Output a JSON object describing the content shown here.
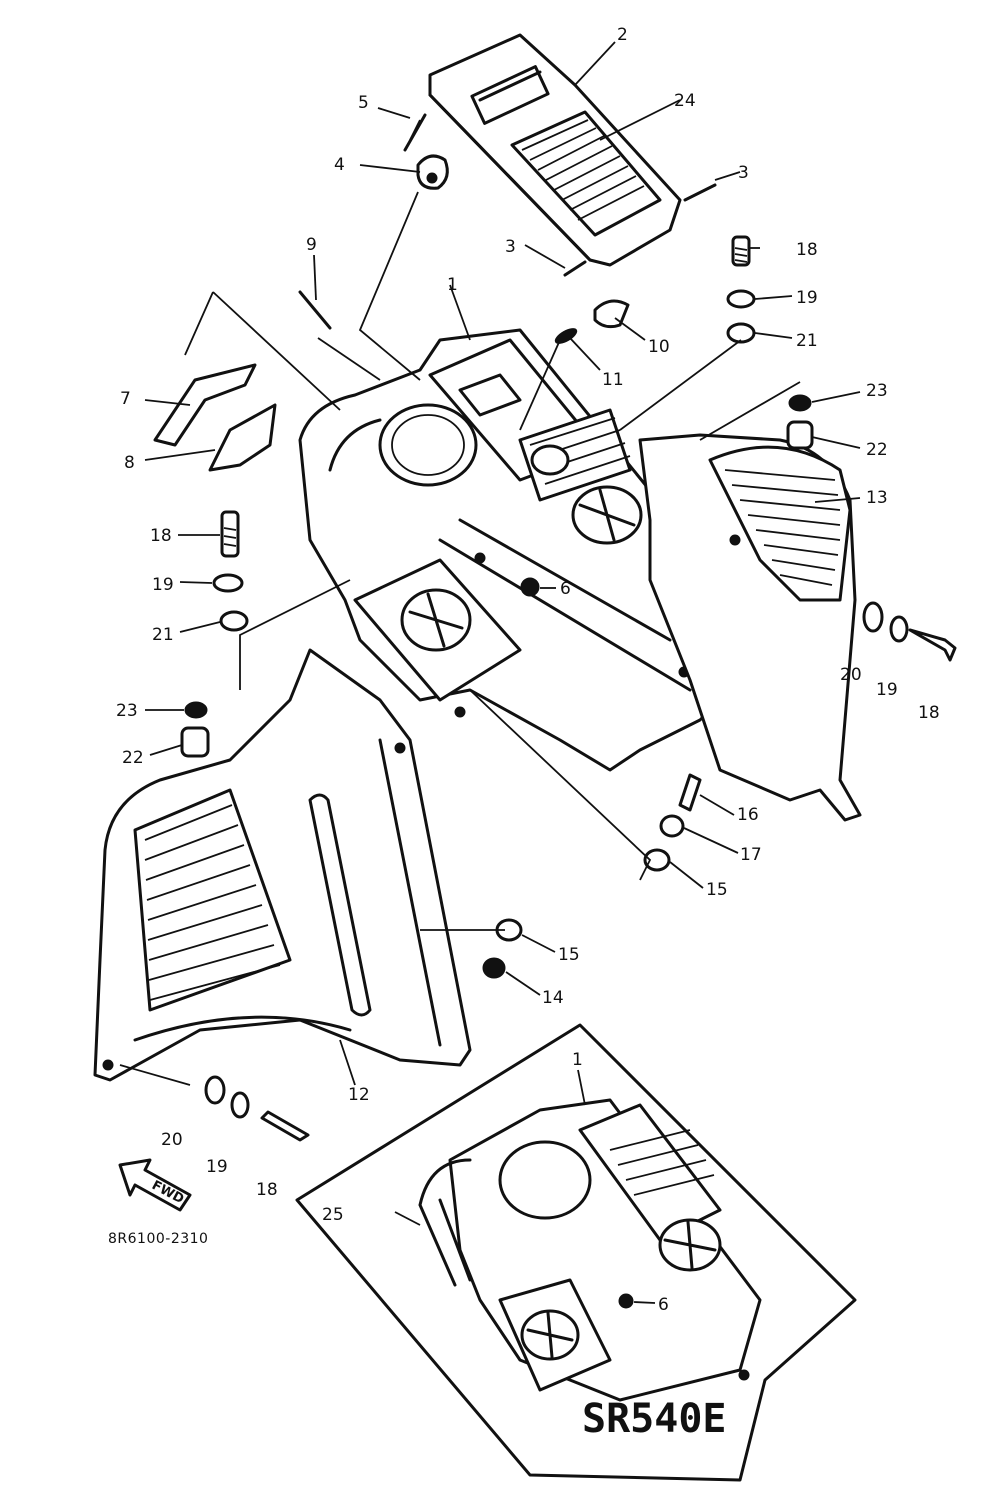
{
  "diagram": {
    "callouts": [
      "1",
      "2",
      "3",
      "3",
      "4",
      "5",
      "6",
      "7",
      "8",
      "9",
      "10",
      "11",
      "12",
      "13",
      "14",
      "15",
      "15",
      "16",
      "17",
      "18",
      "18",
      "18",
      "18",
      "19",
      "19",
      "19",
      "19",
      "20",
      "20",
      "21",
      "21",
      "22",
      "22",
      "23",
      "23",
      "24",
      "25",
      "1",
      "6"
    ],
    "drawing_code": "8R6100-2310",
    "inset_label": "SR540E",
    "arrow_label": "FWD"
  }
}
